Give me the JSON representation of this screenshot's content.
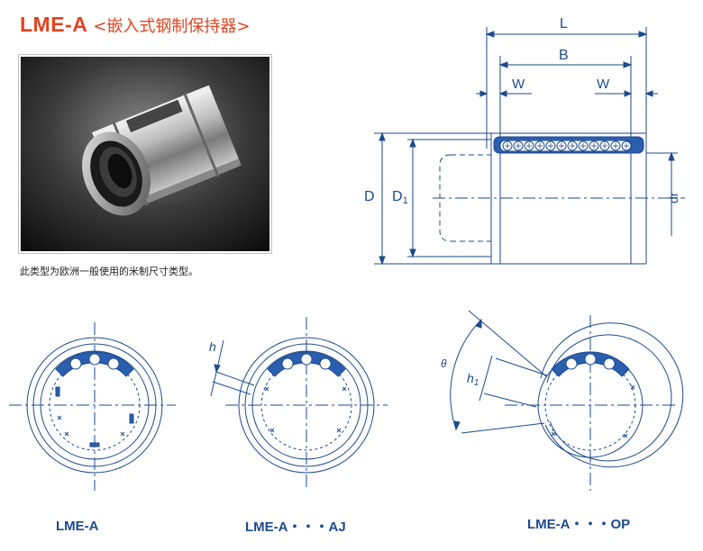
{
  "header": {
    "model": "LME-A",
    "subtitle": "<嵌入式钢制保持器>"
  },
  "description": "此类型为欧洲一般使用的米制尺寸类型。",
  "dimensions": {
    "L": "L",
    "B": "B",
    "W_left": "W",
    "W_right": "W",
    "D": "D",
    "D1": "D",
    "D1_sub": "1",
    "dr": "dr",
    "h": "h",
    "h1": "h",
    "h1_sub": "1",
    "theta": "θ"
  },
  "captions": {
    "standard": "LME-A",
    "aj": "LME-A・・・AJ",
    "op": "LME-A・・・OP"
  },
  "colors": {
    "accent": "#e2431f",
    "line": "#1e4a8c",
    "fill": "#2a5fb0"
  }
}
